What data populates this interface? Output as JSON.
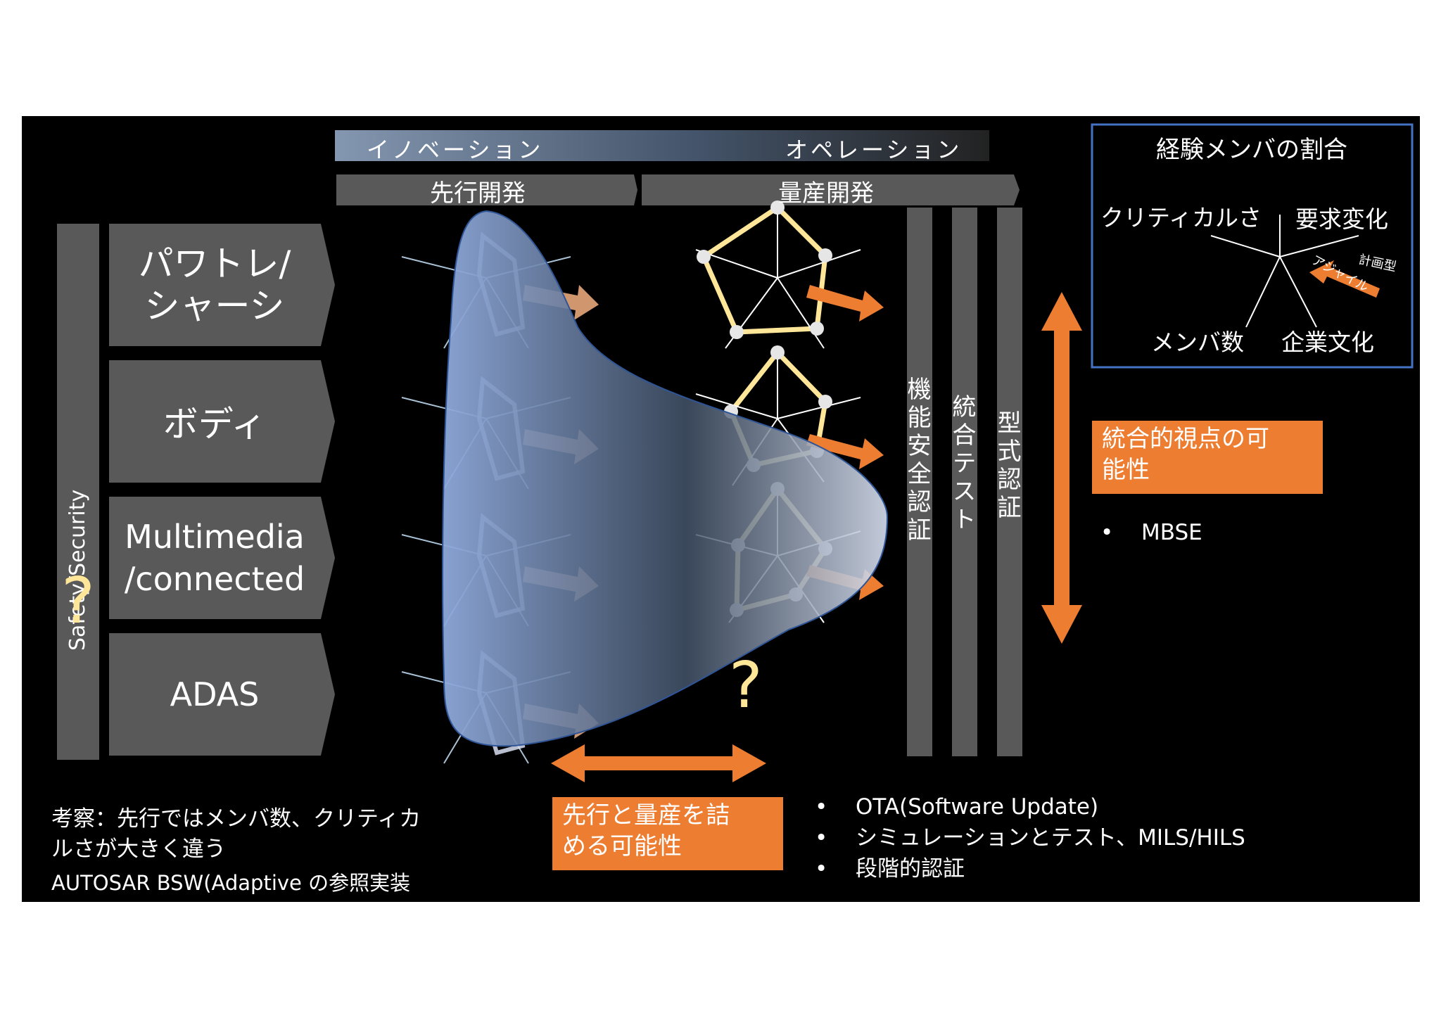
{
  "phases": {
    "innovation": "イノベーション",
    "operation": "オペレーション",
    "advance_dev": "先行開発",
    "mass_dev": "量産開発"
  },
  "left": {
    "vertical_label": "Safety/Security",
    "question": "?",
    "domains": [
      "パワトレ/\nシャーシ",
      "ボディ",
      "Multimedia\n/connected",
      "ADAS"
    ]
  },
  "verification_bars": [
    "機能安全認証",
    "統合テスト",
    "型式認証"
  ],
  "middle_question": "?",
  "legend": {
    "title": "経験メンバの割合",
    "axes": [
      "クリティカルさ",
      "要求変化",
      "メンバ数",
      "企業文化"
    ],
    "arrow_labels": [
      "計画型",
      "アジャイル"
    ]
  },
  "boxes": {
    "integration": "統合的視点の可\n能性",
    "bridge": "先行と量産を詰\nめる可能性"
  },
  "bullets_right": [
    "MBSE"
  ],
  "bullets_bottom": [
    "OTA(Software Update)",
    "シミュレーションとテスト、MILS/HILS",
    "段階的認証"
  ],
  "notes": {
    "line1": "考察：先行ではメンバ数、クリティカ\nルさが大きく違う",
    "line2": "AUTOSAR BSW(Adaptive の参照実装"
  },
  "colors": {
    "accent": "#ED7D31",
    "chevron": "#595959",
    "legend_border": "#4472C4",
    "pentagon": "#FFE699",
    "blob": "#8FAADC"
  }
}
